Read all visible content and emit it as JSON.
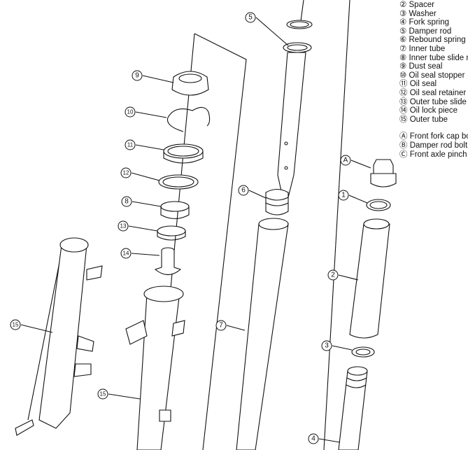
{
  "legend": {
    "parts": [
      "② Spacer",
      "③ Washer",
      "④ Fork spring",
      "⑤ Damper rod",
      "⑥ Rebound spring",
      "⑦ Inner tube",
      "⑧ Inner tube slide m",
      "⑨ Dust seal",
      "⑩ Oil seal stopper",
      "⑪ Oil seal",
      "⑫ Oil seal retainer",
      "⑬ Outer tube slide",
      "⑭ Oil lock piece",
      "⑮ Outer tube"
    ],
    "fasteners": [
      "Ⓐ Front fork cap bo",
      "Ⓑ Damper rod bolt",
      "Ⓒ Front axle pinch"
    ]
  },
  "callouts": {
    "c1": "1",
    "c2": "2",
    "c3": "3",
    "c4": "4",
    "c5": "5",
    "c6": "6",
    "c7": "7",
    "c8": "8",
    "c9": "9",
    "c10": "10",
    "c11": "11",
    "c12": "12",
    "c13": "13",
    "c14": "14",
    "c15a": "15",
    "c15b": "15",
    "cA": "A"
  }
}
